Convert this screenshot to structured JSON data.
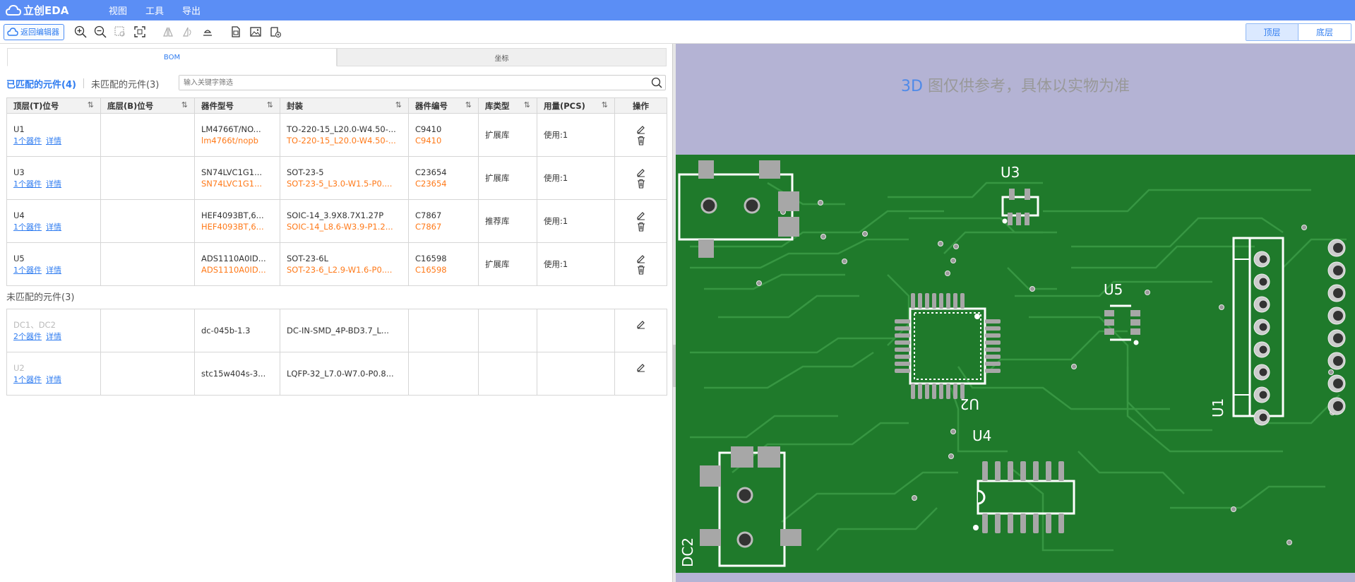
{
  "app": {
    "logo_text": "立创EDA",
    "menu": [
      "视图",
      "工具",
      "导出"
    ]
  },
  "toolbar": {
    "back_label": "返回编辑器",
    "tools": [
      "zoom-in-icon",
      "zoom-out-icon",
      "zoom-area-icon",
      "fit-view-icon",
      "flip-icon",
      "mirror-icon",
      "layer-icon",
      "document-icon",
      "image-icon",
      "export-icon"
    ],
    "layer_top": "顶层",
    "layer_bottom": "底层"
  },
  "tabs": [
    "BOM",
    "坐标"
  ],
  "filter": {
    "matched": "已匹配的元件(4)",
    "unmatched": "未匹配的元件(3)",
    "placeholder": "输入关键字筛选"
  },
  "table": {
    "headers": [
      "顶层(T)位号",
      "底层(B)位号",
      "器件型号",
      "封装",
      "器件编号",
      "库类型",
      "用量(PCS)",
      "操作"
    ],
    "matched_rows": [
      {
        "top": "U1",
        "link1": "1个器件",
        "link2": "详情",
        "bottom": "",
        "model": "LM4766T/NO...",
        "model2": "lm4766t/nopb",
        "pkg": "TO-220-15_L20.0-W4.50-...",
        "pkg2": "TO-220-15_L20.0-W4.50-...",
        "code": "C9410",
        "code2": "C9410",
        "lib": "扩展库",
        "qty": "使用:1"
      },
      {
        "top": "U3",
        "link1": "1个器件",
        "link2": "详情",
        "bottom": "",
        "model": "SN74LVC1G1...",
        "model2": "SN74LVC1G1...",
        "pkg": "SOT-23-5",
        "pkg2": "SOT-23-5_L3.0-W1.5-P0....",
        "code": "C23654",
        "code2": "C23654",
        "lib": "扩展库",
        "qty": "使用:1"
      },
      {
        "top": "U4",
        "link1": "1个器件",
        "link2": "详情",
        "bottom": "",
        "model": "HEF4093BT,6...",
        "model2": "HEF4093BT,6...",
        "pkg": "SOIC-14_3.9X8.7X1.27P",
        "pkg2": "SOIC-14_L8.6-W3.9-P1.2...",
        "code": "C7867",
        "code2": "C7867",
        "lib": "推荐库",
        "qty": "使用:1"
      },
      {
        "top": "U5",
        "link1": "1个器件",
        "link2": "详情",
        "bottom": "",
        "model": "ADS1110A0ID...",
        "model2": "ADS1110A0ID...",
        "pkg": "SOT-23-6L",
        "pkg2": "SOT-23-6_L2.9-W1.6-P0....",
        "code": "C16598",
        "code2": "C16598",
        "lib": "扩展库",
        "qty": "使用:1"
      }
    ],
    "unmatched_label": "未匹配的元件(3)",
    "unmatched_rows": [
      {
        "top": "DC1、DC2",
        "link1": "2个器件",
        "link2": "详情",
        "model": "dc-045b-1.3",
        "pkg": "DC-IN-SMD_4P-BD3.7_L..."
      },
      {
        "top": "U2",
        "link1": "1个器件",
        "link2": "详情",
        "model": "stc15w404s-3...",
        "pkg": "LQFP-32_L7.0-W7.0-P0.8..."
      }
    ]
  },
  "viewer": {
    "note_prefix": "3D",
    "note_rest": " 图仅供参考，具体以实物为准",
    "labels": {
      "u3": "U3",
      "u5": "U5",
      "u2": "U2",
      "u4": "U4",
      "u1": "U1",
      "dc2": "DC2"
    }
  },
  "colors": {
    "accent": "#2f7cf0",
    "menubar": "#5b8ef5",
    "orange": "#ff7a1a",
    "pcb": "#1f7a2b",
    "viewer_bg": "#b4b3d4"
  }
}
